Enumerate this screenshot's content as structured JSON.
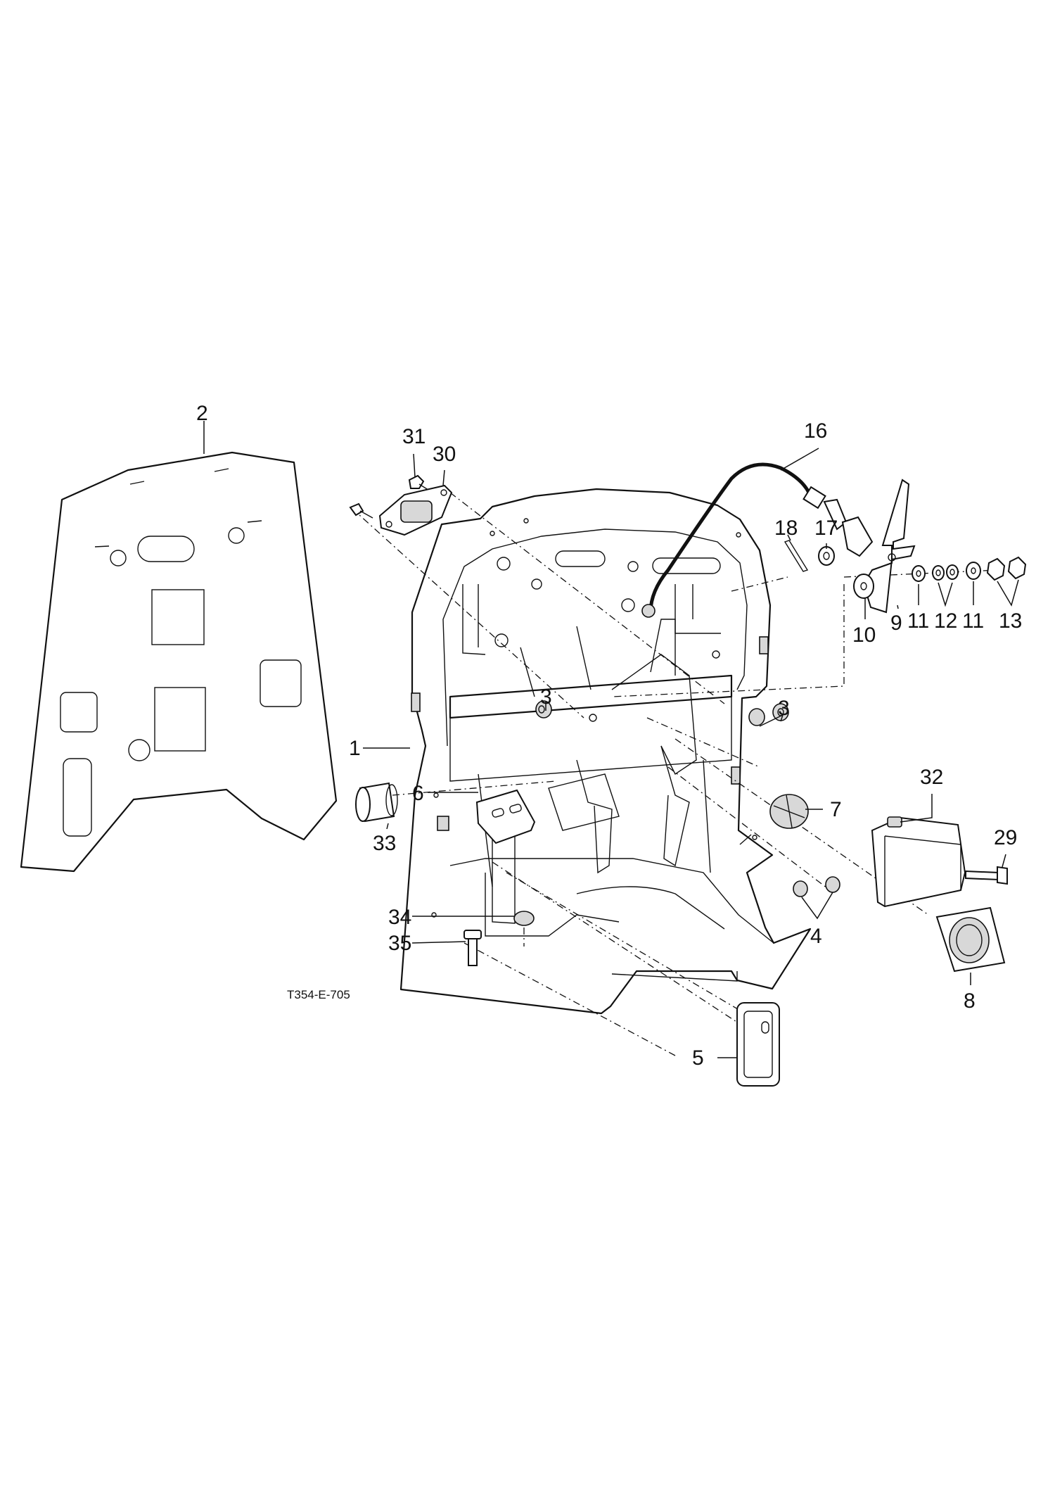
{
  "figure": {
    "code": "T354-E-705",
    "callouts": [
      {
        "id": "c1",
        "label": "1"
      },
      {
        "id": "c2",
        "label": "2"
      },
      {
        "id": "c3a",
        "label": "3"
      },
      {
        "id": "c3b",
        "label": "3"
      },
      {
        "id": "c4",
        "label": "4"
      },
      {
        "id": "c5",
        "label": "5"
      },
      {
        "id": "c6",
        "label": "6"
      },
      {
        "id": "c7",
        "label": "7"
      },
      {
        "id": "c8",
        "label": "8"
      },
      {
        "id": "c9",
        "label": "9"
      },
      {
        "id": "c10",
        "label": "10"
      },
      {
        "id": "c11a",
        "label": "11"
      },
      {
        "id": "c11b",
        "label": "11"
      },
      {
        "id": "c12",
        "label": "12"
      },
      {
        "id": "c13",
        "label": "13"
      },
      {
        "id": "c16",
        "label": "16"
      },
      {
        "id": "c17",
        "label": "17"
      },
      {
        "id": "c18",
        "label": "18"
      },
      {
        "id": "c29",
        "label": "29"
      },
      {
        "id": "c30",
        "label": "30"
      },
      {
        "id": "c31",
        "label": "31"
      },
      {
        "id": "c32",
        "label": "32"
      },
      {
        "id": "c33",
        "label": "33"
      },
      {
        "id": "c34",
        "label": "34"
      },
      {
        "id": "c35",
        "label": "35"
      }
    ]
  }
}
